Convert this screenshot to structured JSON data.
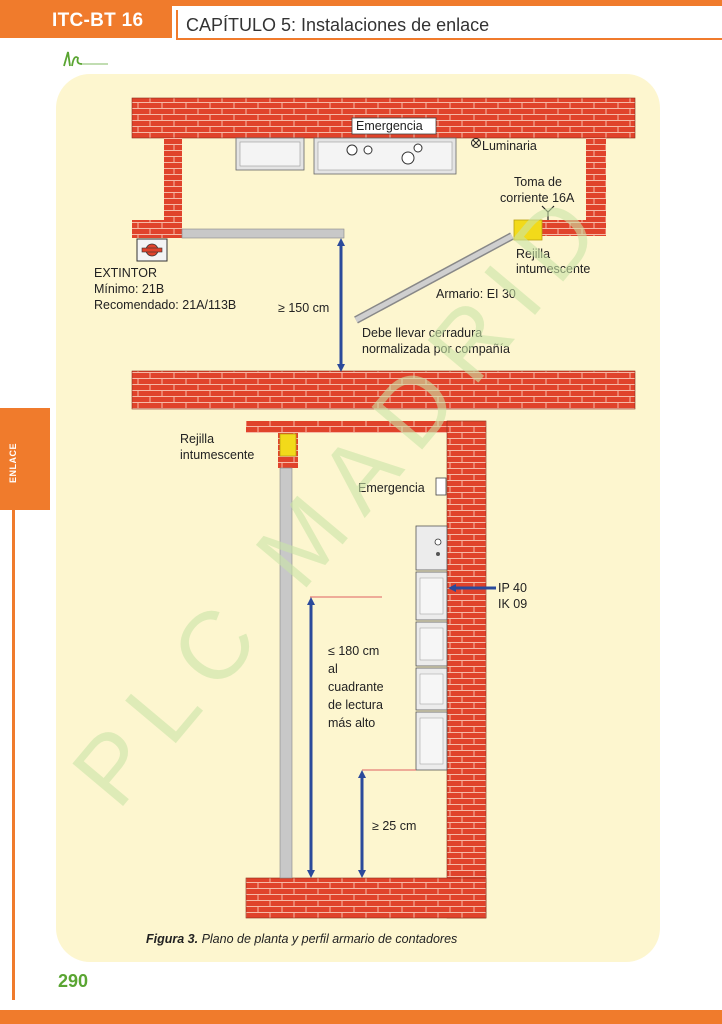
{
  "header": {
    "section_tag": "ITC-BT 16",
    "chapter_title": "CAPÍTULO 5: Instalaciones de enlace"
  },
  "side_tab": {
    "label": "ENLACE"
  },
  "page_number": "290",
  "watermark": "PLC MADRID",
  "figure": {
    "caption_label": "Figura 3.",
    "caption_text": " Plano de planta y perfil armario de contadores",
    "plan": {
      "emergencia": "Emergencia",
      "luminaria": "Luminaria",
      "toma_line1": "Toma de",
      "toma_line2": "corriente 16A",
      "rejilla_line1": "Rejilla",
      "rejilla_line2": "intumescente",
      "extintor_line1": "EXTINTOR",
      "extintor_line2": "Mínimo: 21B",
      "extintor_line3": "Recomendado: 21A/113B",
      "distance": "≥ 150 cm",
      "armario": "Armario: EI 30",
      "cerradura_line1": "Debe llevar cerradura",
      "cerradura_line2": "normalizada por compañía"
    },
    "profile": {
      "rejilla_line1": "Rejilla",
      "rejilla_line2": "intumescente",
      "emergencia": "Emergencia",
      "ip": "IP 40",
      "ik": "IK 09",
      "height_line1": "≤  180 cm",
      "height_line2": "al",
      "height_line3": "cuadrante",
      "height_line4": "de lectura",
      "height_line5": "más alto",
      "min_height": "≥ 25 cm"
    }
  },
  "colors": {
    "accent": "#f07b2c",
    "brick": "#e0432b",
    "panel": "#fdf6cf",
    "arrow": "#2b4a9b",
    "watermark": "#c9e5a6",
    "page_number": "#5aa532"
  }
}
